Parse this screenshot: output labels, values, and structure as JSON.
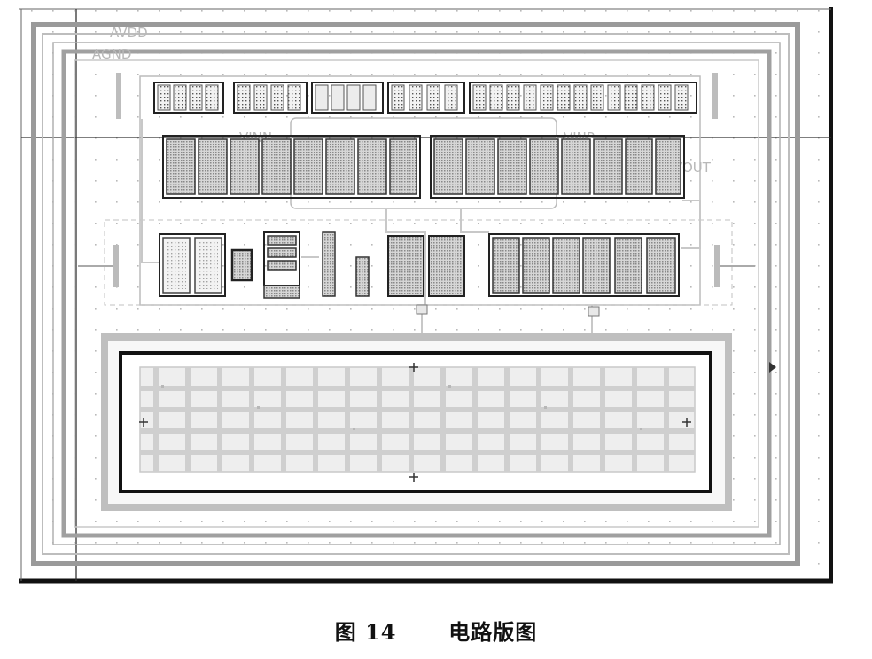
{
  "figure": {
    "caption_number": "图 14",
    "caption_title": "电路版图"
  },
  "layout_labels": {
    "avdd": "AVDD",
    "agnd": "AGND",
    "vinn": "VINN",
    "vinp": "VINP",
    "vout": "VOUT"
  },
  "colors": {
    "outline": "#111111",
    "trace": "#c4c4c4",
    "fill_dark": "#6f6f6f",
    "fill_light": "#e2e2e2"
  }
}
